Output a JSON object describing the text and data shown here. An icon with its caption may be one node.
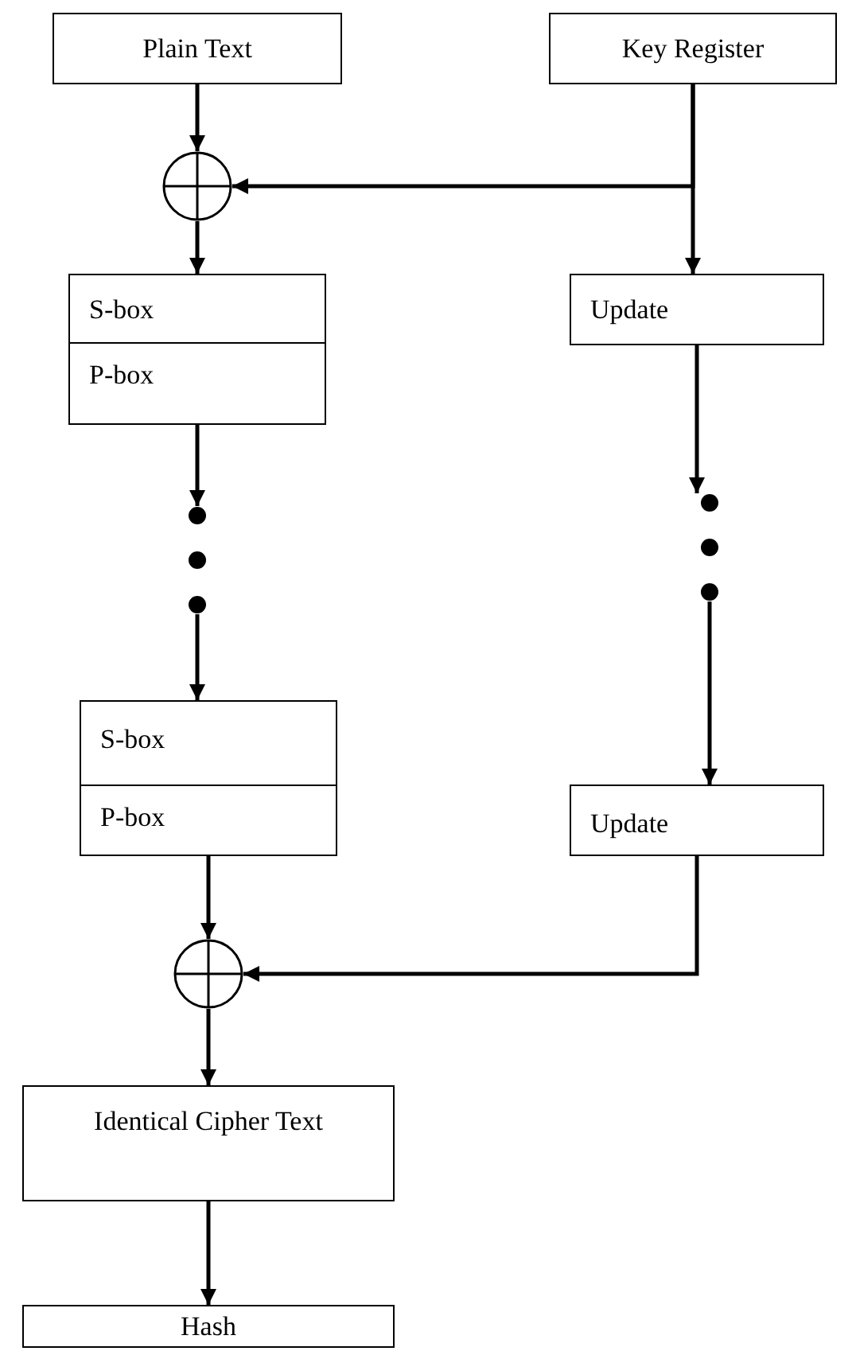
{
  "diagram": {
    "nodes": [
      {
        "text": [
          "Plain Text"
        ]
      },
      {
        "text": [
          "Key Register"
        ]
      },
      {
        "text": [],
        "shape": "circle"
      },
      {
        "text": [
          "S-box"
        ]
      },
      {
        "text": [
          "P-box"
        ]
      },
      {
        "text": [
          "Update"
        ]
      },
      {
        "text": [],
        "shape": "dots"
      },
      {
        "text": [],
        "shape": "dots"
      },
      {
        "text": [
          "S-box"
        ]
      },
      {
        "text": [
          "P-box"
        ]
      },
      {
        "text": [
          "Update"
        ]
      },
      {
        "text": [],
        "shape": "circle"
      },
      {
        "text": [
          "Identical Cipher Text"
        ]
      },
      {
        "text": [
          "Hash"
        ]
      }
    ],
    "edges": [
      {
        "from": 0,
        "to": 2,
        "arrow": "to"
      },
      {
        "from": 1,
        "to": 2,
        "arrow": "to"
      },
      {
        "from": 1,
        "to": 5,
        "arrow": "to"
      },
      {
        "from": 2,
        "to": 3,
        "arrow": "to"
      },
      {
        "from": 4,
        "to": 6,
        "arrow": "to"
      },
      {
        "from": 5,
        "to": 7,
        "arrow": "to"
      },
      {
        "from": 6,
        "to": 8,
        "arrow": "to"
      },
      {
        "from": 7,
        "to": 10,
        "arrow": "to"
      },
      {
        "from": 9,
        "to": 11,
        "arrow": "to"
      },
      {
        "from": 10,
        "to": 11,
        "arrow": "to"
      },
      {
        "from": 11,
        "to": 12,
        "arrow": "to"
      },
      {
        "from": 12,
        "to": 13,
        "arrow": "to"
      }
    ]
  }
}
